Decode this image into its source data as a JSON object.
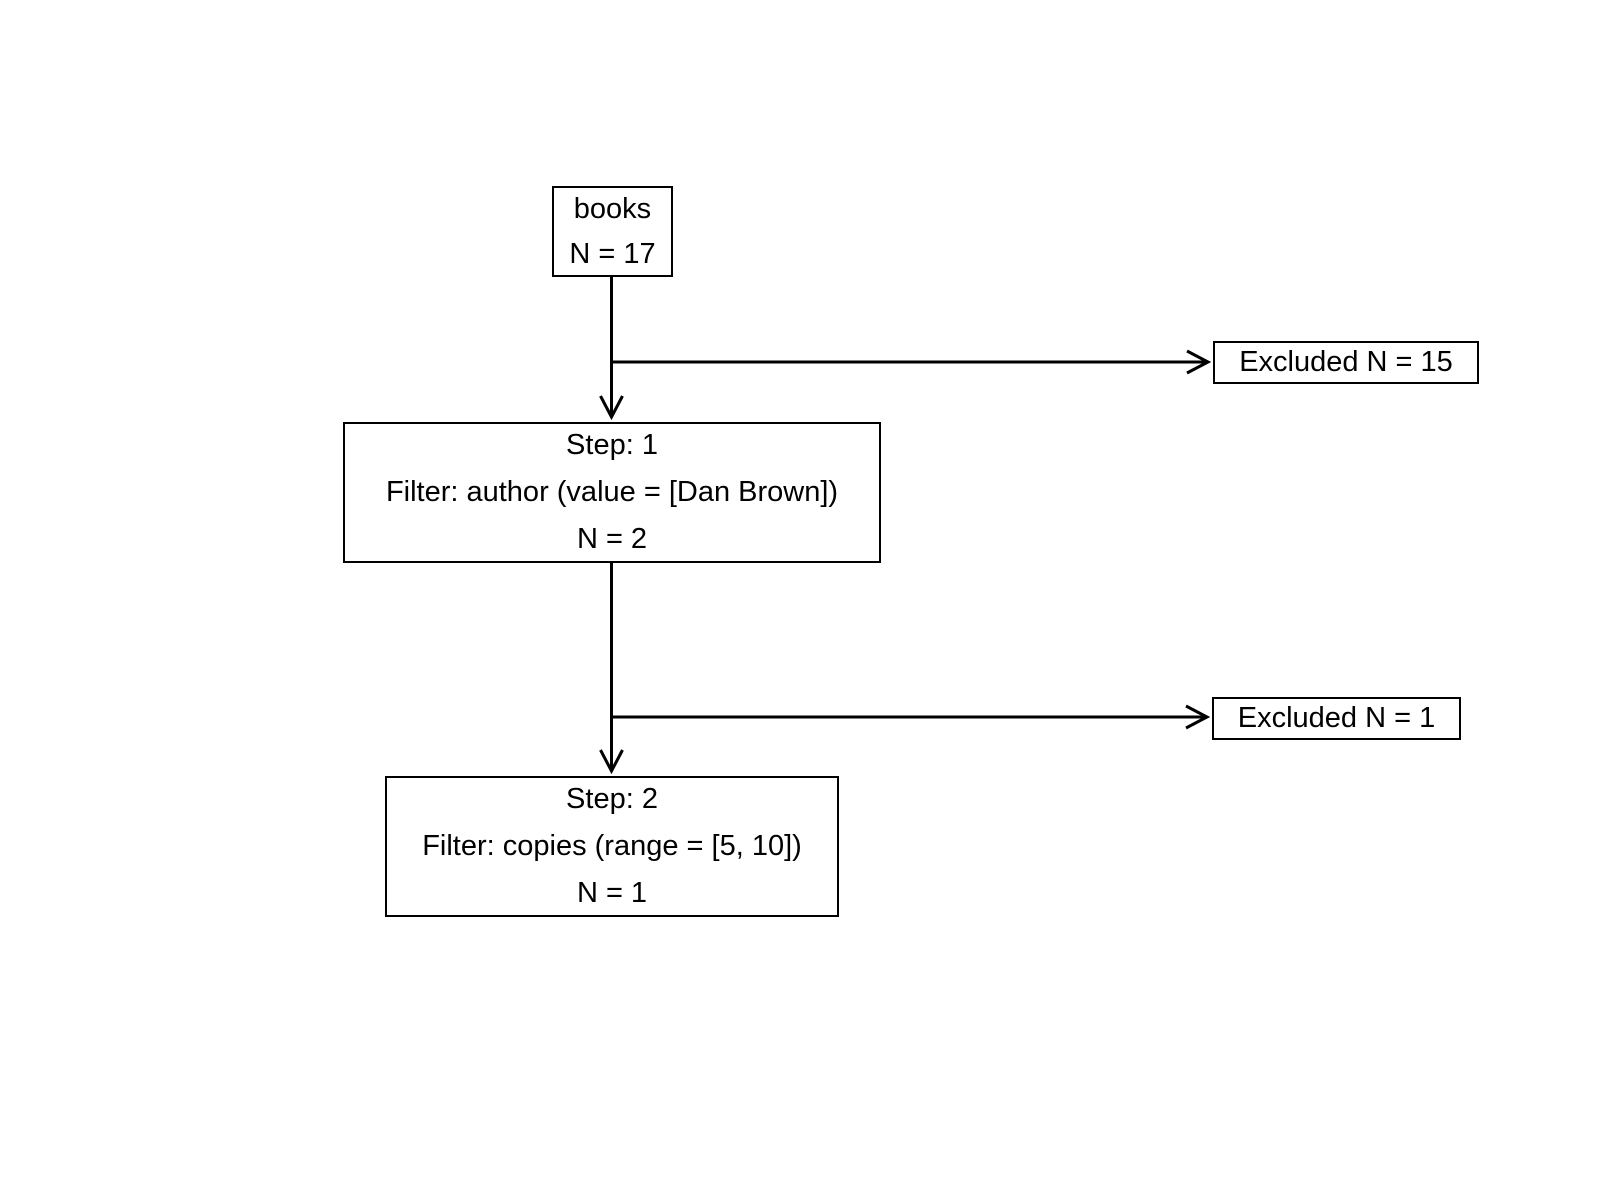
{
  "colors": {
    "background": "#ffffff",
    "line": "#000000",
    "text": "#000000",
    "box_border": "#000000",
    "box_fill": "#ffffff"
  },
  "nodes": {
    "source": {
      "title": "books",
      "count": "N = 17"
    },
    "excluded1": {
      "label": "Excluded N = 15"
    },
    "step1": {
      "title": "Step: 1",
      "filter": "Filter: author (value = [Dan Brown])",
      "count": "N = 2"
    },
    "excluded2": {
      "label": "Excluded N = 1"
    },
    "step2": {
      "title": "Step: 2",
      "filter": "Filter: copies (range = [5, 10])",
      "count": "N = 1"
    }
  }
}
